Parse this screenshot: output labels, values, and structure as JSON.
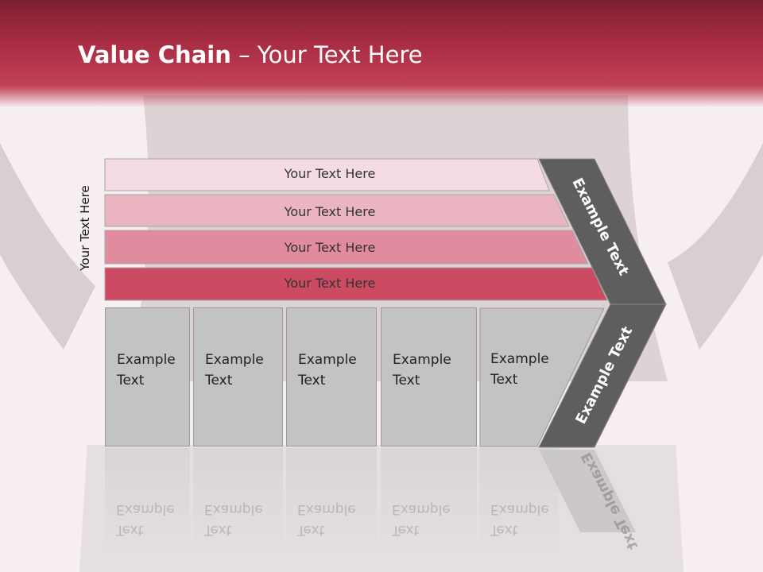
{
  "title": {
    "bold": "Value Chain",
    "rest": " – Your Text Here"
  },
  "side_label": "Your Text Here",
  "bands": [
    "Your Text Here",
    "Your Text Here",
    "Your Text Here",
    "Your Text Here"
  ],
  "columns": [
    {
      "line1": "Example",
      "line2": "Text"
    },
    {
      "line1": "Example",
      "line2": "Text"
    },
    {
      "line1": "Example",
      "line2": "Text"
    },
    {
      "line1": "Example",
      "line2": "Text"
    },
    {
      "line1": "Example",
      "line2": "Text"
    }
  ],
  "arrow_top_text": "Example Text",
  "arrow_bottom_text": "Example Text",
  "colors": {
    "band1": "#f5dce2",
    "band2": "#eab5c1",
    "band3": "#e08c9e",
    "band4": "#cc4b63",
    "arrow": "#5e5e5e",
    "column": "#c3c3c3",
    "title_band": "#b8344c"
  }
}
